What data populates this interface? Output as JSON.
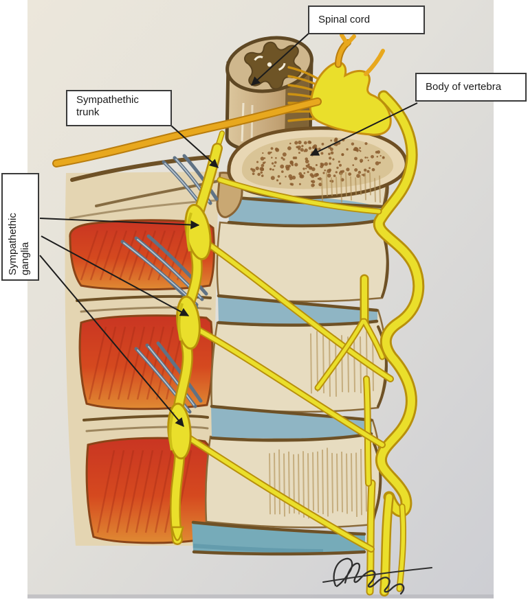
{
  "labels": {
    "spinal_cord": {
      "text": "Spinal cord"
    },
    "body_of_vertebra": {
      "text": "Body of vertebra"
    },
    "sympathethic_trunk": {
      "line1": "Sympathethic",
      "line2": "trunk"
    },
    "sympathethic_ganglia": {
      "line1": "Sympathethic",
      "line2": "ganglia"
    }
  },
  "colors": {
    "paper_top": "#ece7db",
    "paper_bottom": "#cdced3",
    "nerve_yellow": "#eadf2b",
    "nerve_gold": "#e8a81e",
    "nerve_outline": "#b8900c",
    "muscle_red": "#cc3a22",
    "muscle_orange": "#e08a33",
    "disc_blue": "#8fb5c4",
    "disc_teal": "#76abb9",
    "bone_cream": "#e7dcc0",
    "bone_outline": "#6e5126",
    "cord_tan": "#cfb78d",
    "gray_matter_brown": "#6e5426",
    "ligament_gray": "#7e90a2",
    "arrow_color": "#1c1c1c",
    "label_border": "#3a3a3a",
    "label_background": "#ffffff",
    "signature_ink": "#2f2f2f"
  }
}
